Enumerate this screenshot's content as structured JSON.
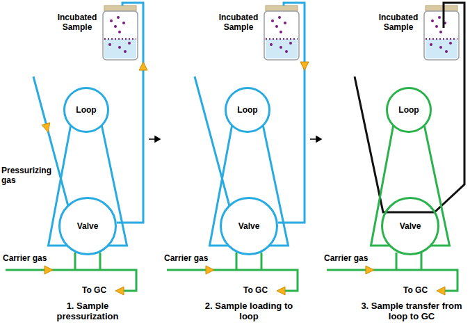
{
  "diagram": {
    "nodes": [
      {
        "text": [
          "Loop"
        ]
      },
      {
        "text": [
          "Valve"
        ]
      },
      {
        "text": [
          "Loop"
        ]
      },
      {
        "text": [
          "Valve"
        ]
      },
      {
        "text": [
          "Loop"
        ]
      },
      {
        "text": [
          "Valve"
        ]
      }
    ],
    "edges": [
      {
        "from": 0,
        "to": 1,
        "arrow": "none"
      },
      {
        "from": 0,
        "to": 1,
        "arrow": "none"
      },
      {
        "from": 2,
        "to": 3,
        "arrow": "none"
      },
      {
        "from": 2,
        "to": 3,
        "arrow": "none"
      },
      {
        "from": 4,
        "to": 5,
        "arrow": "none"
      },
      {
        "from": 4,
        "to": 5,
        "arrow": "none"
      }
    ],
    "labels": [
      "Incubated Sample",
      "Incubated Sample",
      "Incubated Sample",
      "Pressurizing gas",
      "Carrier gas",
      "To GC",
      "1. Sample pressurization",
      "Carrier gas",
      "To GC",
      "2. Sample loading to loop",
      "Carrier gas",
      "To GC",
      "3. Sample transfer from loop to GC"
    ]
  }
}
